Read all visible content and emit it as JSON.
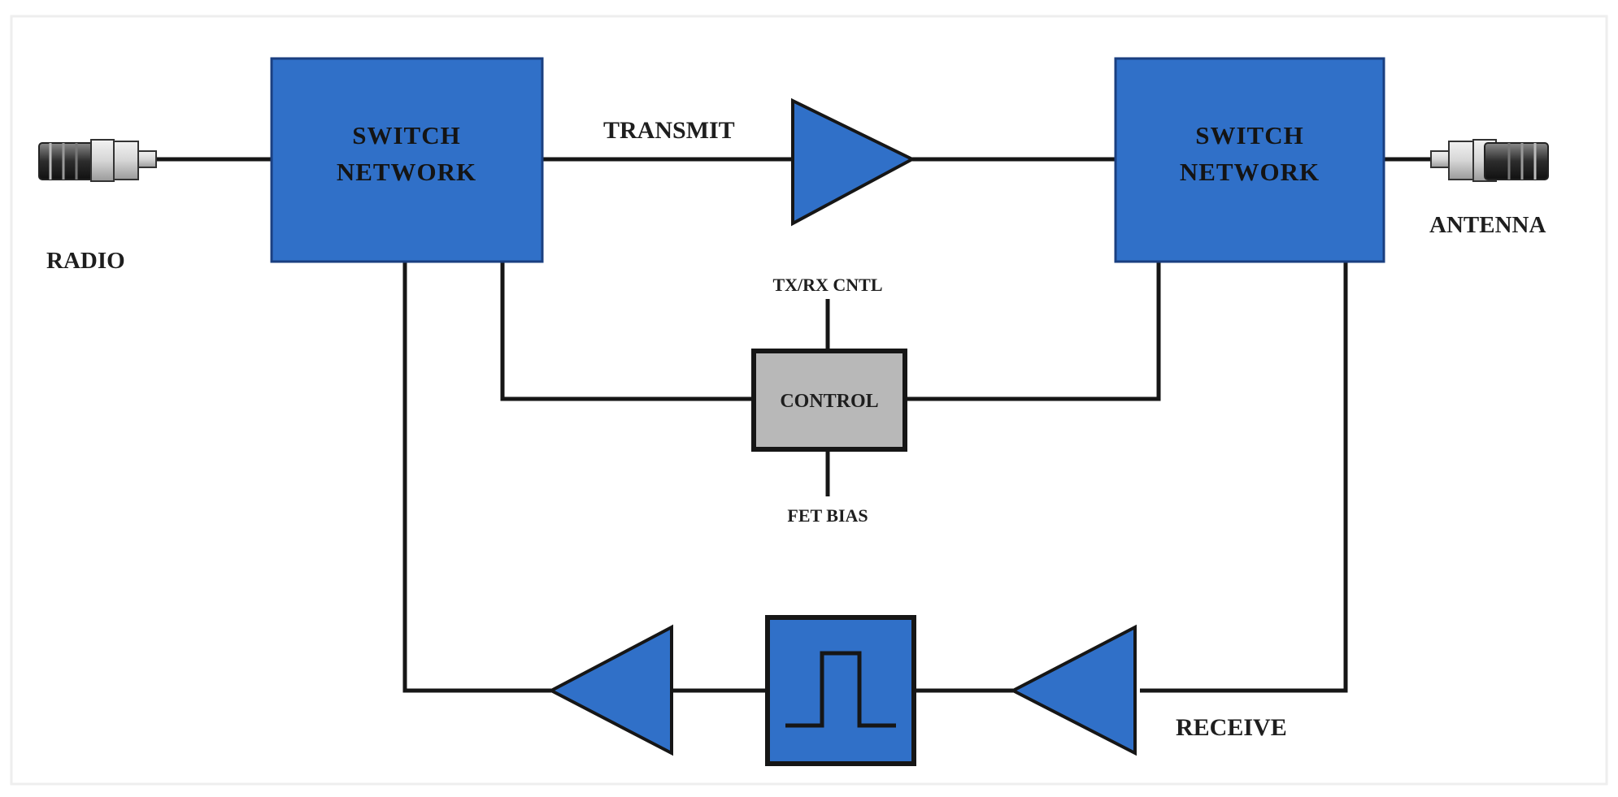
{
  "colors": {
    "block_fill": "#3070c8",
    "block_stroke": "#1a3f80",
    "control_fill": "#b8b8b8",
    "wire": "#161616",
    "text": "#1e1e1e"
  },
  "blocks": {
    "switch_left": {
      "line1": "SWITCH",
      "line2": "NETWORK"
    },
    "switch_right": {
      "line1": "SWITCH",
      "line2": "NETWORK"
    },
    "control": {
      "label": "CONTROL"
    }
  },
  "labels": {
    "radio": "RADIO",
    "antenna": "ANTENNA",
    "transmit": "TRANSMIT",
    "receive": "RECEIVE",
    "txrx_cntl": "TX/RX CNTL",
    "fet_bias": "FET BIAS"
  },
  "icons": {
    "connector_left": "rf-connector-icon",
    "connector_right": "rf-connector-icon",
    "tx_amp": "amplifier-icon",
    "rx_amp_1": "amplifier-icon",
    "rx_amp_2": "amplifier-icon",
    "filter": "bandpass-filter-icon"
  }
}
